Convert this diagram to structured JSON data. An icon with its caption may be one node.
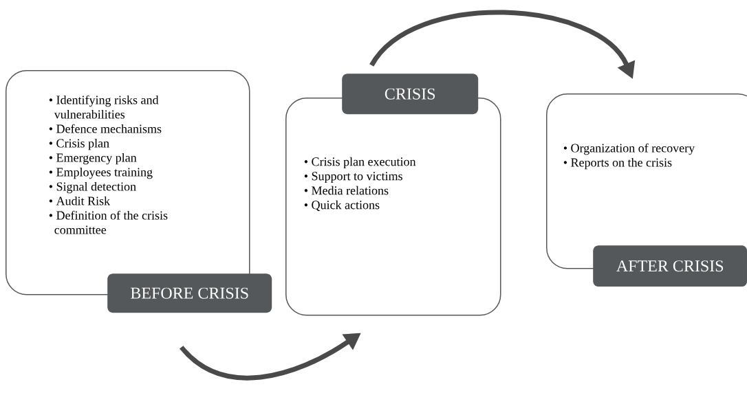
{
  "diagram": {
    "nodes": [
      {
        "text": [
          "• Identifying risks and vulnerabilities",
          "• Defence mechanisms",
          "• Crisis plan",
          "• Emergency plan",
          "• Employees training",
          "• Signal detection",
          "• Audit Risk",
          "• Definition of the crisis committee"
        ]
      },
      {
        "text": [
          "BEFORE CRISIS"
        ]
      },
      {
        "text": [
          "• Crisis plan execution",
          "• Support to victims",
          "• Media relations",
          "• Quick actions"
        ]
      },
      {
        "text": [
          "CRISIS"
        ]
      },
      {
        "text": [
          "• Organization of recovery",
          "• Reports on the crisis"
        ]
      },
      {
        "text": [
          "AFTER CRISIS"
        ]
      }
    ],
    "edges": [
      {
        "from": 1,
        "to": 2,
        "arrow": "to"
      },
      {
        "from": 3,
        "to": 4,
        "arrow": "to"
      }
    ]
  }
}
